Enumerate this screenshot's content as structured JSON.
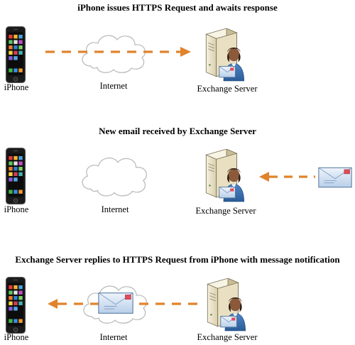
{
  "panels": [
    {
      "title": "iPhone issues HTTPS Request and awaits response",
      "phone_label": "iPhone",
      "internet_label": "Internet",
      "server_label": "Exchange Server"
    },
    {
      "title": "New email received by Exchange Server",
      "phone_label": "iPhone",
      "internet_label": "Internet",
      "server_label": "Exchange Server"
    },
    {
      "title": "Exchange Server replies to HTTPS Request from iPhone with message notification",
      "phone_label": "iPhone",
      "internet_label": "Internet",
      "server_label": "Exchange Server"
    }
  ],
  "colors": {
    "arrow": "#e0832b",
    "cloud_stroke": "#b8b8b8",
    "server_body": "#ece4c9",
    "envelope": "#d4e3f5"
  }
}
